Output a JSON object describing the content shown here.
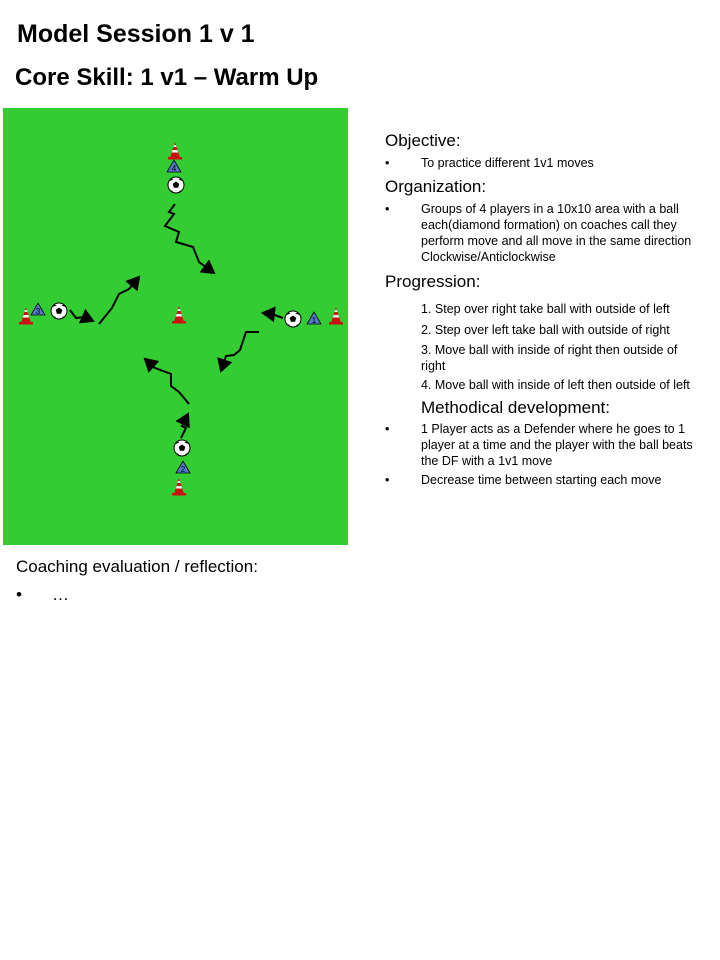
{
  "header": {
    "title": "Model Session 1 v 1",
    "subtitle": "Core Skill: 1 v1 – Warm Up"
  },
  "diagram": {
    "pitch_color": "#33cc33",
    "player_labels": [
      "4",
      "3",
      "1",
      "2"
    ]
  },
  "objective": {
    "heading": "Objective:",
    "items": [
      "To practice different 1v1 moves"
    ]
  },
  "organization": {
    "heading": "Organization:",
    "items": [
      "Groups of 4 players in a 10x10 area with a ball each(diamond formation) on coaches call they perform move and all move in the same direction Clockwise/Anticlockwise"
    ]
  },
  "progression": {
    "heading": "Progression:",
    "steps": [
      "1. Step over right take ball with outside of left",
      "2. Step over left take ball with outside of right",
      "3. Move ball with inside of right then outside of right",
      "4. Move ball with inside of left then outside of left"
    ]
  },
  "methodical": {
    "heading": "Methodical development:",
    "items": [
      "1 Player acts as a Defender where he goes to 1 player at a time and the player with the ball beats the DF with a 1v1 move",
      "Decrease time between starting each move"
    ]
  },
  "coaching": {
    "heading": "Coaching evaluation / reflection:",
    "items": [
      "…"
    ]
  }
}
